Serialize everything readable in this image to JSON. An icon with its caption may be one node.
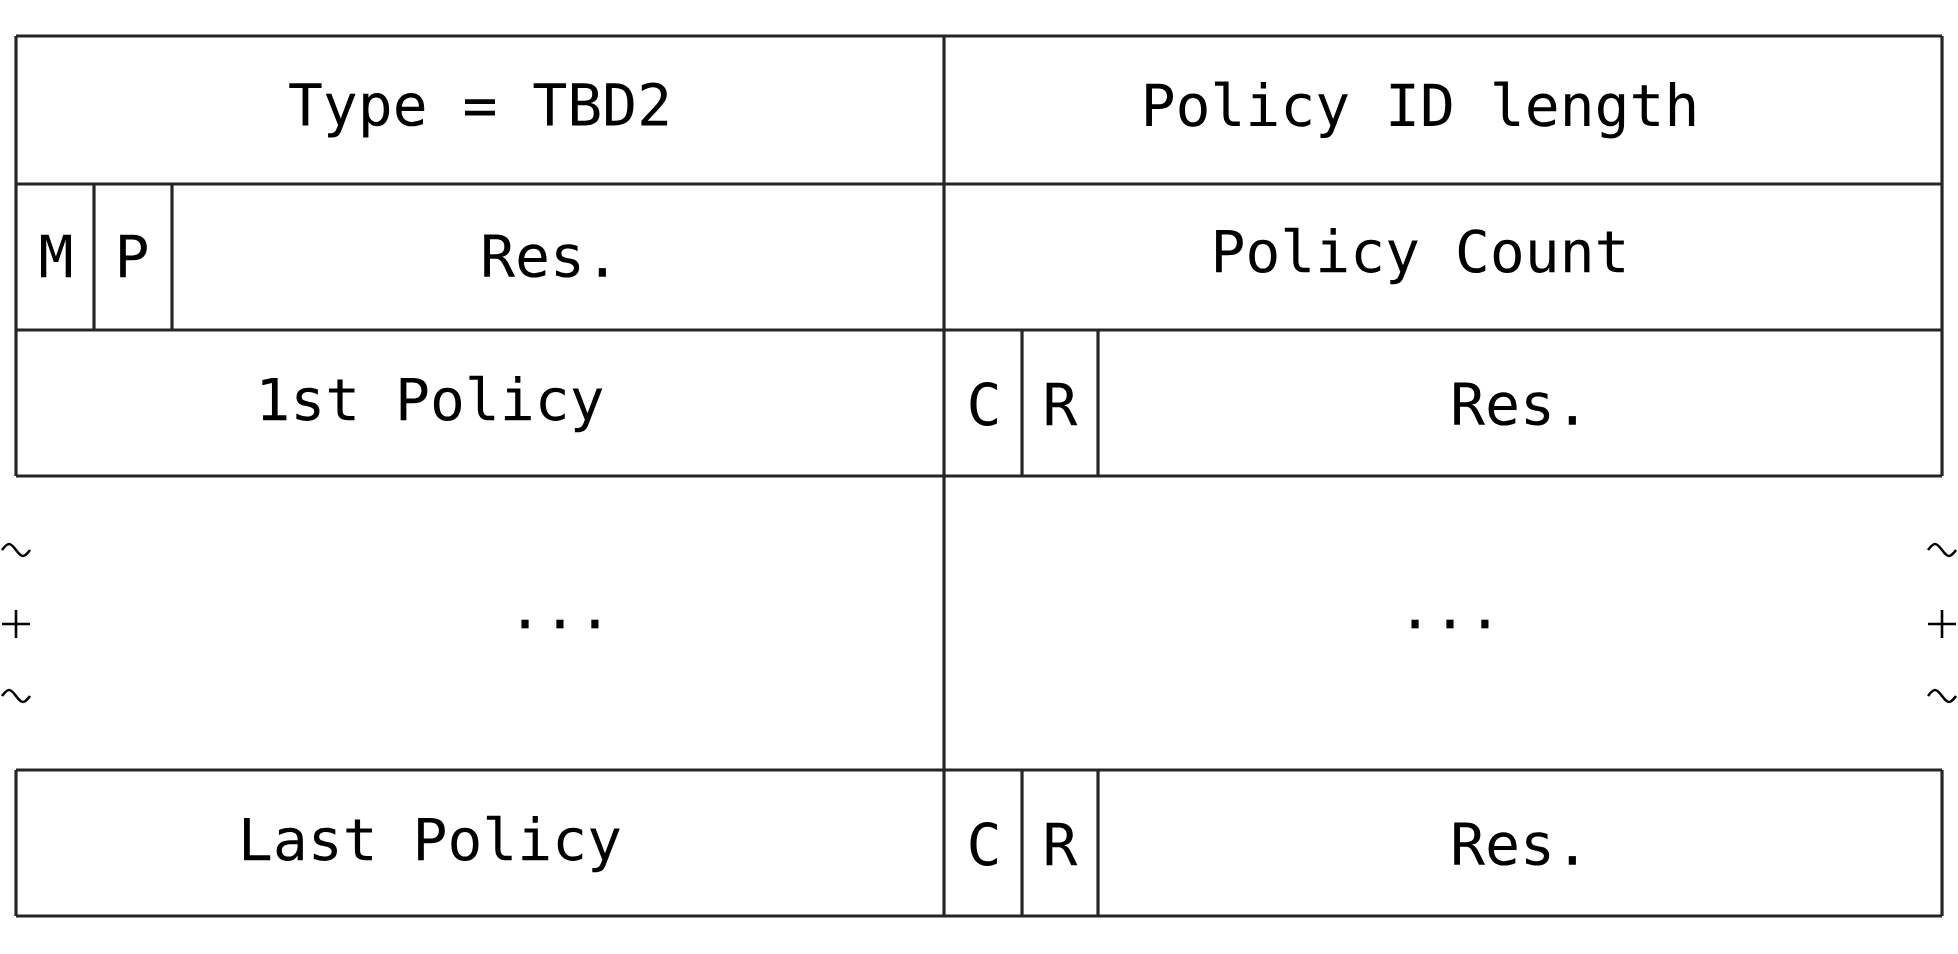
{
  "diagram": {
    "labels": [
      "Type = TBD2",
      "Policy ID length",
      "M",
      "P",
      "Res.",
      "Policy Count",
      "1st Policy",
      "C",
      "R",
      "Res.",
      "...",
      "...",
      "Last Policy",
      "C",
      "R",
      "Res."
    ]
  }
}
